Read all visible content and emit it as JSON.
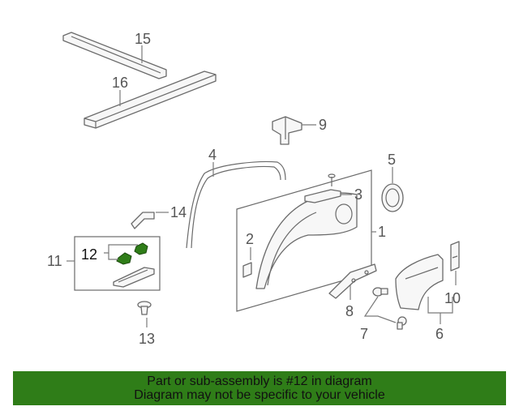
{
  "callouts": {
    "p1": "1",
    "p2": "2",
    "p3": "3",
    "p4": "4",
    "p5": "5",
    "p6": "6",
    "p7": "7",
    "p8": "8",
    "p9": "9",
    "p10": "10",
    "p11": "11",
    "p12": "12",
    "p13": "13",
    "p14": "14",
    "p15": "15",
    "p16": "16"
  },
  "highlight_color": "#2f7d18",
  "banner": {
    "line1": "Part or sub-assembly is #12 in diagram",
    "line2": "Diagram may not be specific to your vehicle"
  }
}
